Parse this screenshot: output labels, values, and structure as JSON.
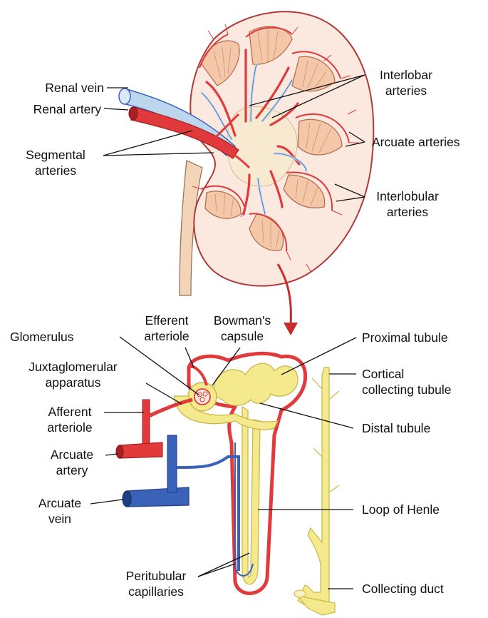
{
  "labels": {
    "renal_vein": "Renal vein",
    "renal_artery": "Renal artery",
    "segmental_arteries_1": "Segmental",
    "segmental_arteries_2": "arteries",
    "interlobar_arteries_1": "Interlobar",
    "interlobar_arteries_2": "arteries",
    "arcuate_arteries": "Arcuate arteries",
    "interlobular_arteries_1": "Interlobular",
    "interlobular_arteries_2": "arteries",
    "efferent_arteriole_1": "Efferent",
    "efferent_arteriole_2": "arteriole",
    "bowmans_capsule_1": "Bowman's",
    "bowmans_capsule_2": "capsule",
    "glomerulus": "Glomerulus",
    "juxtaglomerular_1": "Juxtaglomerular",
    "juxtaglomerular_2": "apparatus",
    "afferent_arteriole_1": "Afferent",
    "afferent_arteriole_2": "arteriole",
    "arcuate_artery_1": "Arcuate",
    "arcuate_artery_2": "artery",
    "arcuate_vein_1": "Arcuate",
    "arcuate_vein_2": "vein",
    "peritubular_1": "Peritubular",
    "peritubular_2": "capillaries",
    "proximal_tubule": "Proximal tubule",
    "cortical_collecting_1": "Cortical",
    "cortical_collecting_2": "collecting tubule",
    "distal_tubule": "Distal tubule",
    "loop_of_henle": "Loop of Henle",
    "collecting_duct": "Collecting duct"
  },
  "colors": {
    "artery": "#e03a3c",
    "vein": "#3a62b8",
    "vein_light": "#bcd6ee",
    "tubule": "#f4e98c",
    "tubule_edge": "#c9b84a",
    "capsule": "#fbe9df",
    "pyramid": "#f3c7a8",
    "sinus": "#f7ead0",
    "ureter": "#f2d4b8"
  }
}
